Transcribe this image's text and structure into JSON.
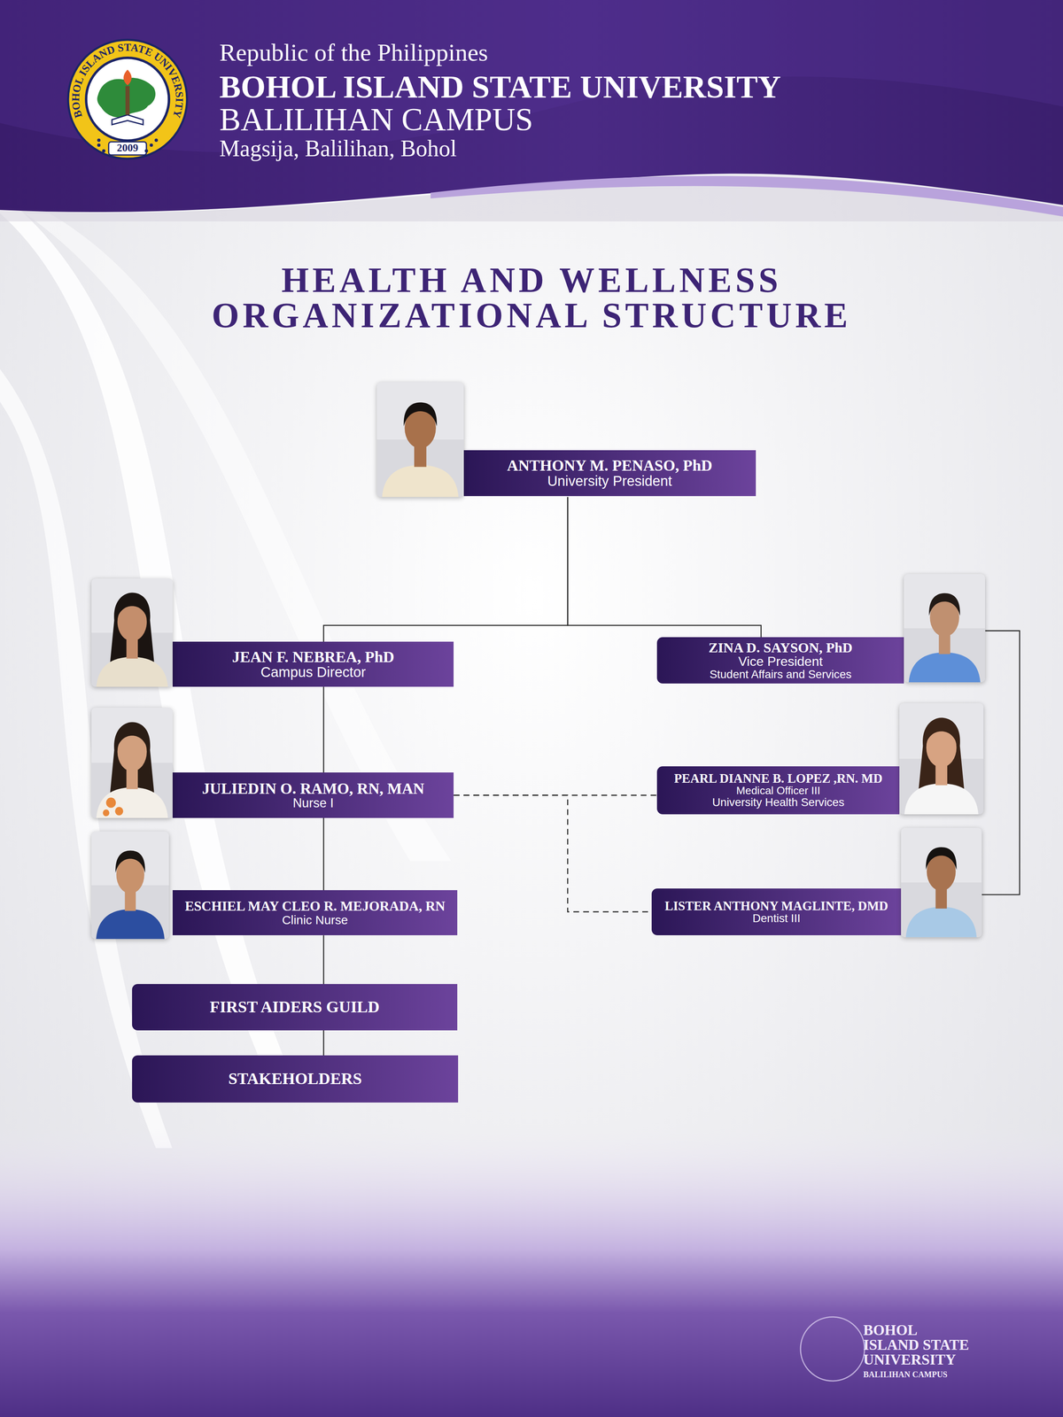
{
  "diagram": {
    "title": "HEALTH AND WELLNESS ORGANIZATIONAL STRUCTURE",
    "nodes": [
      {
        "text": [
          "Republic of the Philippines",
          "BOHOL ISLAND STATE UNIVERSITY",
          "BALILIHAN CAMPUS",
          "Magsija, Balilihan, Bohol"
        ]
      },
      {
        "text": [
          "BOHOL ISLAND STATE UNIVERSITY",
          "2009"
        ],
        "in": 0
      },
      {
        "text": [
          "ANTHONY M. PENASO, PhD",
          "University President"
        ]
      },
      {
        "text": [
          "JEAN F. NEBREA, PhD",
          "Campus Director"
        ]
      },
      {
        "text": [
          "ZINA D. SAYSON, PhD",
          "Vice President",
          "Student Affairs and Services"
        ]
      },
      {
        "text": [
          "JULIEDIN O. RAMO, RN, MAN",
          "Nurse I"
        ]
      },
      {
        "text": [
          "PEARL DIANNE B. LOPEZ ,RN. MD",
          "Medical Officer III",
          "University Health Services"
        ]
      },
      {
        "text": [
          "ESCHIEL MAY CLEO R. MEJORADA, RN",
          "Clinic Nurse"
        ]
      },
      {
        "text": [
          "LISTER ANTHONY MAGLINTE, DMD",
          "Dentist III"
        ]
      },
      {
        "text": [
          "FIRST AIDERS GUILD"
        ]
      },
      {
        "text": [
          "STAKEHOLDERS"
        ]
      }
    ],
    "edges": [
      {
        "from": 2,
        "to": 3,
        "arrow": "none"
      },
      {
        "from": 2,
        "to": 4,
        "arrow": "none"
      },
      {
        "from": 3,
        "to": 5,
        "arrow": "none"
      },
      {
        "from": 5,
        "to": 7,
        "arrow": "none"
      },
      {
        "from": 7,
        "to": 9,
        "arrow": "none"
      },
      {
        "from": 9,
        "to": 10,
        "arrow": "none"
      },
      {
        "from": 4,
        "to": 8,
        "arrow": "none"
      },
      {
        "from": 5,
        "to": 6,
        "arrow": "none"
      },
      {
        "from": 5,
        "to": 8,
        "arrow": "none"
      }
    ],
    "labels": [
      "BOHOL ISLAND STATE UNIVERSITY",
      "BALILIHAN CAMPUS"
    ]
  }
}
